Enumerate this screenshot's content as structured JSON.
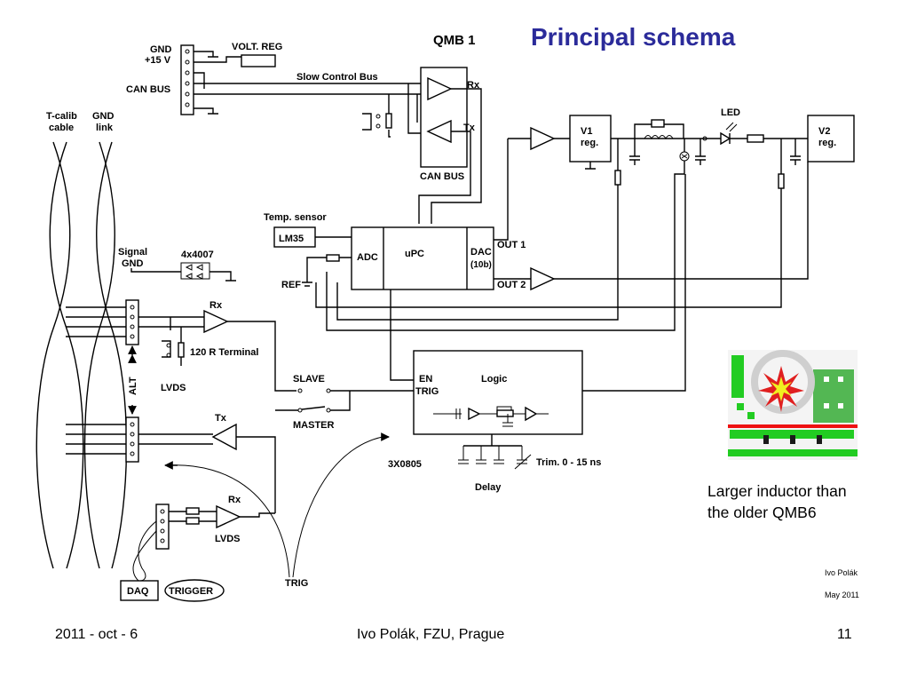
{
  "slide": {
    "title": "Principal schema",
    "title_color": "#2b2b9a",
    "caption_line1": "Larger inductor than",
    "caption_line2": "the older QMB6",
    "author": "Ivo Polák",
    "date": "May 2011"
  },
  "footer": {
    "left": "2011 - oct - 6",
    "center": "Ivo Polák, FZU, Prague",
    "right": "11"
  },
  "schematic": {
    "board": "QMB 1",
    "gnd": "GND",
    "plus15v": "+15 V",
    "volt_reg": "VOLT. REG",
    "can_bus_left": "CAN BUS",
    "slow_control_bus": "Slow Control Bus",
    "rx": "Rx",
    "tx": "Tx",
    "can_bus_box": "CAN BUS",
    "tcalib_1": "T-calib",
    "tcalib_2": "cable",
    "gndlink_1": "GND",
    "gndlink_2": "link",
    "v1_1": "V1",
    "v1_2": "reg.",
    "v2_1": "V2",
    "v2_2": "reg.",
    "led": "LED",
    "temp_sensor": "Temp. sensor",
    "lm35": "LM35",
    "adc": "ADC",
    "upc": "uPC",
    "dac": "DAC",
    "dac_bits": "(10b)",
    "out1": "OUT 1",
    "out2": "OUT 2",
    "ref": "REF",
    "signal_1": "Signal",
    "signal_2": "GND",
    "diodes": "4x4007",
    "rx_lvds": "Rx",
    "terminal": "120 R Terminal",
    "lvds_top": "LVDS",
    "alt": "ALT",
    "slave": "SLAVE",
    "master": "MASTER",
    "en": "EN",
    "trig_in": "TRIG",
    "logic": "Logic",
    "tx_lvds": "Tx",
    "caps": "3X0805",
    "trim": "Trim. 0 - 15 ns",
    "delay": "Delay",
    "rx_bottom": "Rx",
    "lvds_bottom": "LVDS",
    "daq": "DAQ",
    "trigger": "TRIGGER",
    "trig_out": "TRIG"
  }
}
